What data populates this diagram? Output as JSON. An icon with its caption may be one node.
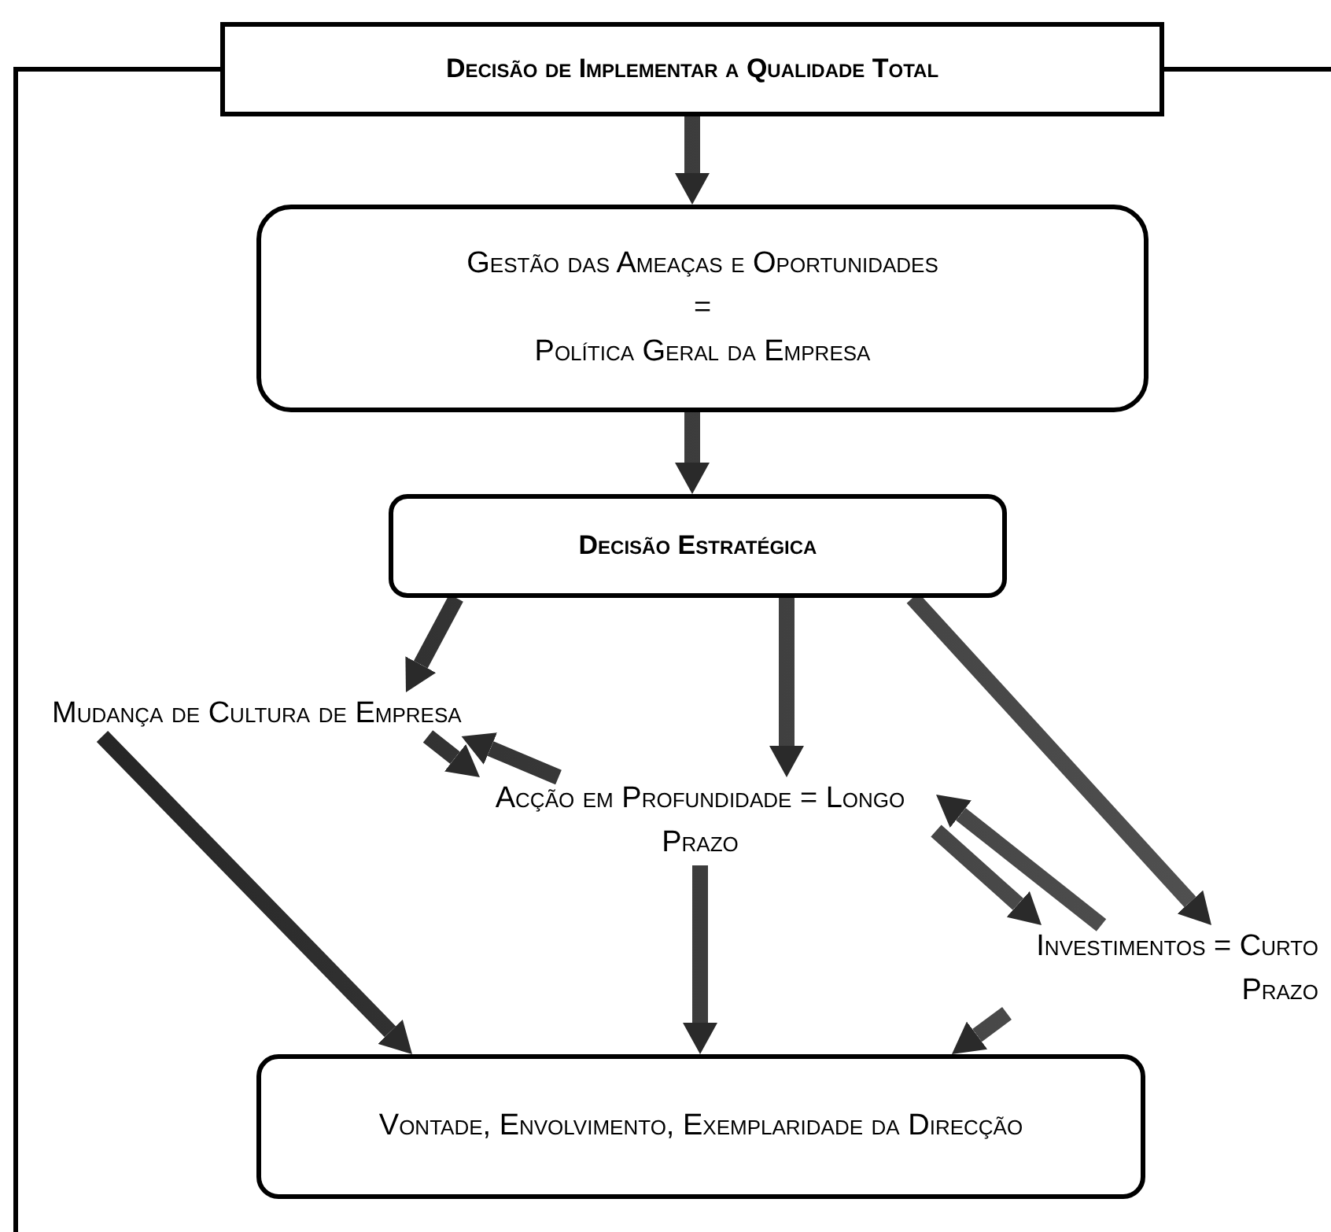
{
  "diagram": {
    "nodes": [
      {
        "text": [
          "Decisão de Implementar a Qualidade Total"
        ]
      },
      {
        "text": [
          "Gestão das Ameaças e Oportunidades",
          "=",
          "Política Geral da Empresa"
        ]
      },
      {
        "text": [
          "Decisão Estratégica"
        ]
      },
      {
        "text": [
          "Mudança de Cultura de Empresa"
        ]
      },
      {
        "text": [
          "Acção em Profundidade = Longo Prazo"
        ]
      },
      {
        "text": [
          "Investimentos = Curto Prazo"
        ]
      },
      {
        "text": [
          "Vontade, Envolvimento, Exemplaridade da Direcção"
        ]
      }
    ],
    "edges": [
      {
        "from": 0,
        "to": 1,
        "arrow": "to"
      },
      {
        "from": 1,
        "to": 2,
        "arrow": "to"
      },
      {
        "from": 2,
        "to": 3,
        "arrow": "to"
      },
      {
        "from": 2,
        "to": 4,
        "arrow": "to"
      },
      {
        "from": 2,
        "to": 5,
        "arrow": "to"
      },
      {
        "from": 3,
        "to": 6,
        "arrow": "to"
      },
      {
        "from": 3,
        "to": 4,
        "arrow": "to"
      },
      {
        "from": 4,
        "to": 3,
        "arrow": "to"
      },
      {
        "from": 4,
        "to": 6,
        "arrow": "to"
      },
      {
        "from": 4,
        "to": 5,
        "arrow": "to"
      },
      {
        "from": 5,
        "to": 4,
        "arrow": "to"
      },
      {
        "from": 5,
        "to": 6,
        "arrow": "to"
      }
    ]
  }
}
